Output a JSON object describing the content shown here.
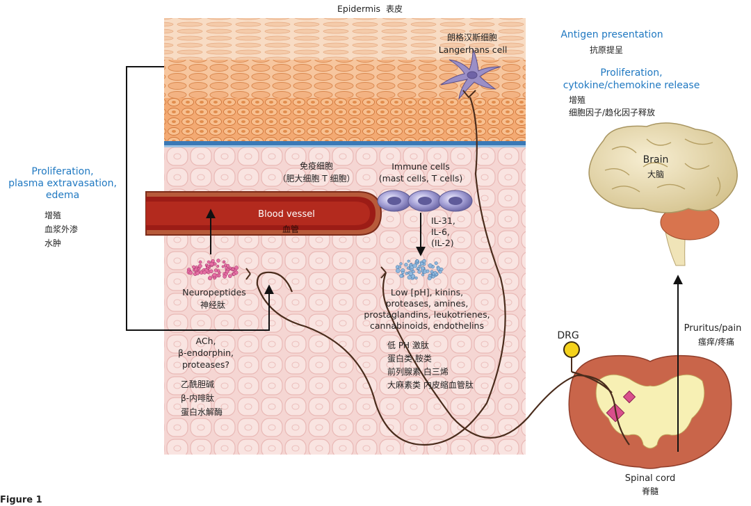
{
  "epidermis": {
    "en": "Epidermis",
    "zh": "表皮"
  },
  "langerhans": {
    "zh": "朗格汉斯细胞",
    "en": "Langerhans cell"
  },
  "antigen": {
    "en": "Antigen presentation",
    "zh": "抗原提呈"
  },
  "prolif_right": {
    "en1": "Proliferation,",
    "en2": "cytokine/chemokine release",
    "zh1": "增殖",
    "zh2": "细胞因子/趋化因子释放"
  },
  "brain": {
    "en": "Brain",
    "zh": "大脑"
  },
  "prolif_left": {
    "en1": "Proliferation,",
    "en2": "plasma extravasation,",
    "en3": "edema",
    "zh1": "增殖",
    "zh2": "血浆外渗",
    "zh3": "水肿"
  },
  "immune": {
    "zh1": "免疫细胞",
    "zh2": "（肥大细胞  T 细胞）",
    "en1": "Immune cells",
    "en2": "(mast cells, T cells)"
  },
  "vessel": {
    "en": "Blood vessel",
    "zh": "血管"
  },
  "interleukins": {
    "l1": "IL-31,",
    "l2": "IL-6,",
    "l3": "(IL-2)"
  },
  "neuropeptides": {
    "en": "Neuropeptides",
    "zh": "神经肽"
  },
  "mediators": {
    "l1": "Low [pH], kinins,",
    "l2": "proteases, amines,",
    "l3": "prostaglandins, leukotrienes,",
    "l4": "cannabinoids, endothelins"
  },
  "mediators_zh": {
    "l1": "低 PH  激肽",
    "l2": "蛋白类  胺类",
    "l3": "前列腺素  白三烯",
    "l4": "大麻素类  内皮缩血管肽"
  },
  "ach": {
    "l1": "ACh,",
    "l2": "β-endorphin,",
    "l3": "proteases?",
    "zh1": "乙酰胆碱",
    "zh2": "β-内啡肽",
    "zh3": "蛋白水解酶"
  },
  "drg": "DRG",
  "pruritus": {
    "en": "Pruritus/pain",
    "zh": "瘙痒/疼痛"
  },
  "spinal": {
    "en": "Spinal cord",
    "zh": "脊髓"
  },
  "figure_label": "Figure 1",
  "colors": {
    "label_blue": "#1f78c1",
    "skin_peach": "#f6c49f",
    "dermis_pink": "#f4d4d2",
    "vessel_red": "#9c1c16",
    "membrane_blue": "#3a78b5",
    "nerve_brown": "#4a2c1c",
    "immune_purple": "#8b86c4",
    "spinal_outer": "#c9654a",
    "spinal_inner": "#f7f0b4",
    "brain_beige": "#e6d7a8"
  }
}
